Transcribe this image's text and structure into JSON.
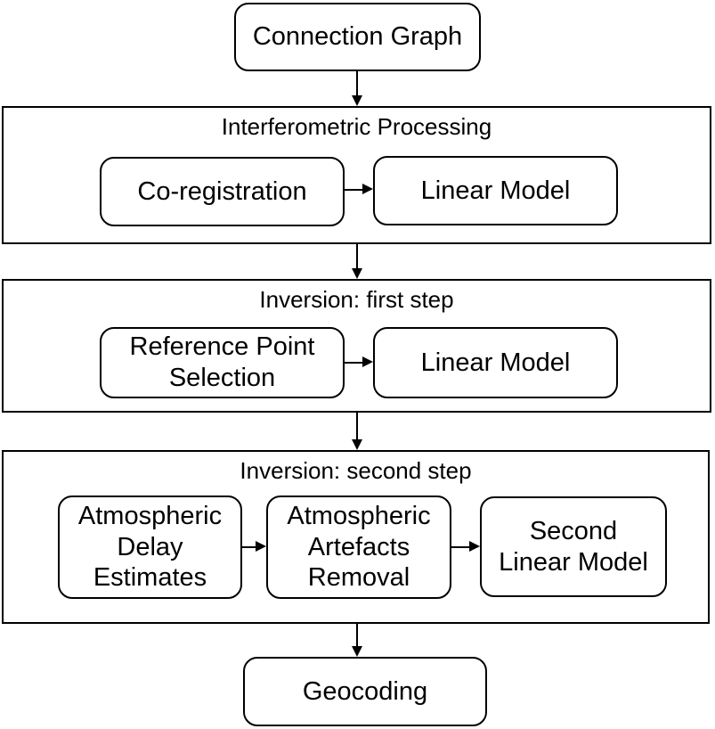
{
  "diagram": {
    "type": "flowchart",
    "colors": {
      "background": "#ffffff",
      "stroke": "#000000",
      "text": "#000000",
      "node_fill": "#ffffff"
    },
    "nodes": {
      "connection_graph": {
        "label": "Connection Graph"
      },
      "geocoding": {
        "label": "Geocoding"
      }
    },
    "groups": [
      {
        "title": "Interferometric Processing",
        "nodes": [
          {
            "label": "Co-registration"
          },
          {
            "label": "Linear Model"
          }
        ]
      },
      {
        "title": "Inversion: first step",
        "nodes": [
          {
            "label": "Reference Point\nSelection"
          },
          {
            "label": "Linear Model"
          }
        ]
      },
      {
        "title": "Inversion: second step",
        "nodes": [
          {
            "label": "Atmospheric\nDelay\nEstimates"
          },
          {
            "label": "Atmospheric\nArtefacts\nRemoval"
          },
          {
            "label": "Second\nLinear Model"
          }
        ]
      }
    ],
    "edges": [
      {
        "from": "Connection Graph",
        "to": "Interferometric Processing",
        "direction": "down"
      },
      {
        "from": "Co-registration",
        "to": "Linear Model",
        "direction": "right"
      },
      {
        "from": "Interferometric Processing",
        "to": "Inversion: first step",
        "direction": "down"
      },
      {
        "from": "Reference Point Selection",
        "to": "Linear Model",
        "direction": "right"
      },
      {
        "from": "Inversion: first step",
        "to": "Inversion: second step",
        "direction": "down"
      },
      {
        "from": "Atmospheric Delay Estimates",
        "to": "Atmospheric Artefacts Removal",
        "direction": "right"
      },
      {
        "from": "Atmospheric Artefacts Removal",
        "to": "Second Linear Model",
        "direction": "right"
      },
      {
        "from": "Inversion: second step",
        "to": "Geocoding",
        "direction": "down"
      }
    ]
  }
}
